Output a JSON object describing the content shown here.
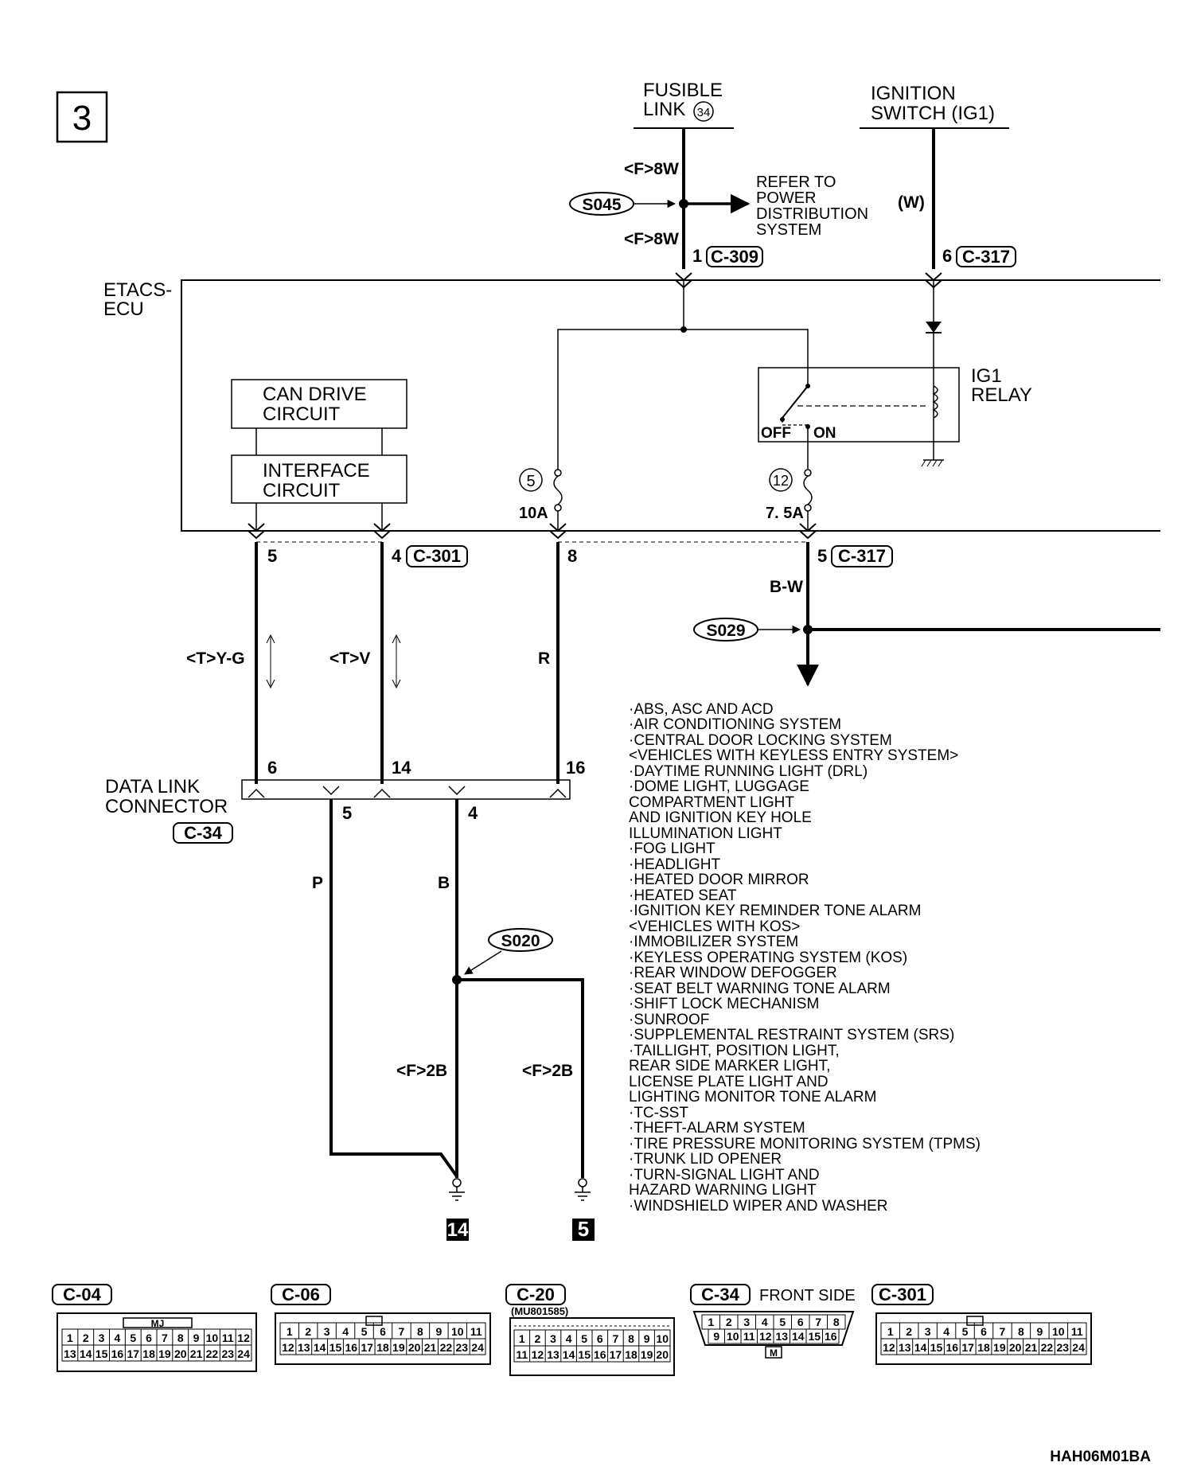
{
  "page_number": "3",
  "fusible_link": {
    "line1": "FUSIBLE",
    "line2": "LINK",
    "number": "34"
  },
  "ignition_switch": {
    "line1": "IGNITION",
    "line2": "SWITCH (IG1)"
  },
  "etacs": {
    "line1": "ETACS-",
    "line2": "ECU"
  },
  "refer_to": [
    "REFER TO",
    "POWER",
    "DISTRIBUTION",
    "SYSTEM"
  ],
  "splices": {
    "s045": "S045",
    "s029": "S029",
    "s020": "S020"
  },
  "wires": {
    "f8w_top": "<F>8W",
    "f8w_bottom": "<F>8W",
    "w": "(W)",
    "bw": "B-W",
    "tyg": "<T>Y-G",
    "tv": "<T>V",
    "r": "R",
    "p": "P",
    "b": "B",
    "f2b_left": "<F>2B",
    "f2b_right": "<F>2B"
  },
  "pins": {
    "c309_pin": "1",
    "c317_top_pin": "6",
    "c301_pin5": "5",
    "c301_pin4": "4",
    "pin8": "8",
    "c317_pin5": "5",
    "dlc_pin6": "6",
    "dlc_pin14": "14",
    "dlc_pin16": "16",
    "dlc_pin5": "5",
    "dlc_pin4": "4"
  },
  "connectors": {
    "c309": "C-309",
    "c317_top": "C-317",
    "c301": "C-301",
    "c317": "C-317",
    "c34": "C-34"
  },
  "circuits": {
    "can_line1": "CAN DRIVE",
    "can_line2": "CIRCUIT",
    "if_line1": "INTERFACE",
    "if_line2": "CIRCUIT"
  },
  "relay": {
    "line1": "IG1",
    "line2": "RELAY",
    "off": "OFF",
    "on": "ON"
  },
  "fuses": {
    "fuse5_num": "5",
    "fuse5_amp": "10A",
    "fuse12_num": "12",
    "fuse12_amp": "7. 5A"
  },
  "dlc": {
    "line1": "DATA LINK",
    "line2": "CONNECTOR"
  },
  "grounds": {
    "g14": "14",
    "g5": "5"
  },
  "systems": [
    "·ABS, ASC AND ACD",
    "·AIR CONDITIONING SYSTEM",
    "·CENTRAL DOOR LOCKING SYSTEM",
    " <VEHICLES WITH KEYLESS ENTRY SYSTEM>",
    "·DAYTIME RUNNING LIGHT (DRL)",
    "·DOME LIGHT, LUGGAGE",
    " COMPARTMENT LIGHT",
    " AND IGNITION KEY HOLE",
    " ILLUMINATION LIGHT",
    "·FOG LIGHT",
    "·HEADLIGHT",
    "·HEATED DOOR MIRROR",
    "·HEATED SEAT",
    "·IGNITION KEY REMINDER TONE ALARM",
    " <VEHICLES WITH KOS>",
    "·IMMOBILIZER SYSTEM",
    "·KEYLESS OPERATING SYSTEM (KOS)",
    "·REAR WINDOW DEFOGGER",
    "·SEAT BELT WARNING TONE ALARM",
    "·SHIFT LOCK MECHANISM",
    "·SUNROOF",
    "·SUPPLEMENTAL RESTRAINT SYSTEM (SRS)",
    "·TAILLIGHT, POSITION LIGHT,",
    " REAR SIDE MARKER LIGHT,",
    " LICENSE PLATE LIGHT AND",
    " LIGHTING MONITOR TONE ALARM",
    "·TC-SST",
    "·THEFT-ALARM SYSTEM",
    "·TIRE PRESSURE MONITORING SYSTEM (TPMS)",
    "·TRUNK LID OPENER",
    "·TURN-SIGNAL LIGHT AND",
    " HAZARD WARNING LIGHT",
    "·WINDSHIELD WIPER AND WASHER"
  ],
  "views": {
    "c04": {
      "label": "C-04",
      "tag": "MJ",
      "row1": [
        "1",
        "2",
        "3",
        "4",
        "5",
        "6",
        "7",
        "8",
        "9",
        "10",
        "11",
        "12"
      ],
      "row2": [
        "13",
        "14",
        "15",
        "16",
        "17",
        "18",
        "19",
        "20",
        "21",
        "22",
        "23",
        "24"
      ]
    },
    "c06": {
      "label": "C-06",
      "row1": [
        "1",
        "2",
        "3",
        "4",
        "5",
        "6",
        "7",
        "8",
        "9",
        "10",
        "11"
      ],
      "row2": [
        "12",
        "13",
        "14",
        "15",
        "16",
        "17",
        "18",
        "19",
        "20",
        "21",
        "22",
        "23",
        "24"
      ]
    },
    "c20": {
      "label": "C-20",
      "part": "(MU801585)",
      "row1": [
        "1",
        "2",
        "3",
        "4",
        "5",
        "6",
        "7",
        "8",
        "9",
        "10"
      ],
      "row2": [
        "11",
        "12",
        "13",
        "14",
        "15",
        "16",
        "17",
        "18",
        "19",
        "20"
      ]
    },
    "c34": {
      "label": "C-34",
      "side": "FRONT SIDE",
      "tag": "M",
      "row1": [
        "1",
        "2",
        "3",
        "4",
        "5",
        "6",
        "7",
        "8"
      ],
      "row2": [
        "9",
        "10",
        "11",
        "12",
        "13",
        "14",
        "15",
        "16"
      ]
    },
    "c301": {
      "label": "C-301",
      "row1": [
        "1",
        "2",
        "3",
        "4",
        "5",
        "6",
        "7",
        "8",
        "9",
        "10",
        "11"
      ],
      "row2": [
        "12",
        "13",
        "14",
        "15",
        "16",
        "17",
        "18",
        "19",
        "20",
        "21",
        "22",
        "23",
        "24"
      ]
    }
  },
  "figure_code": "HAH06M01BA"
}
